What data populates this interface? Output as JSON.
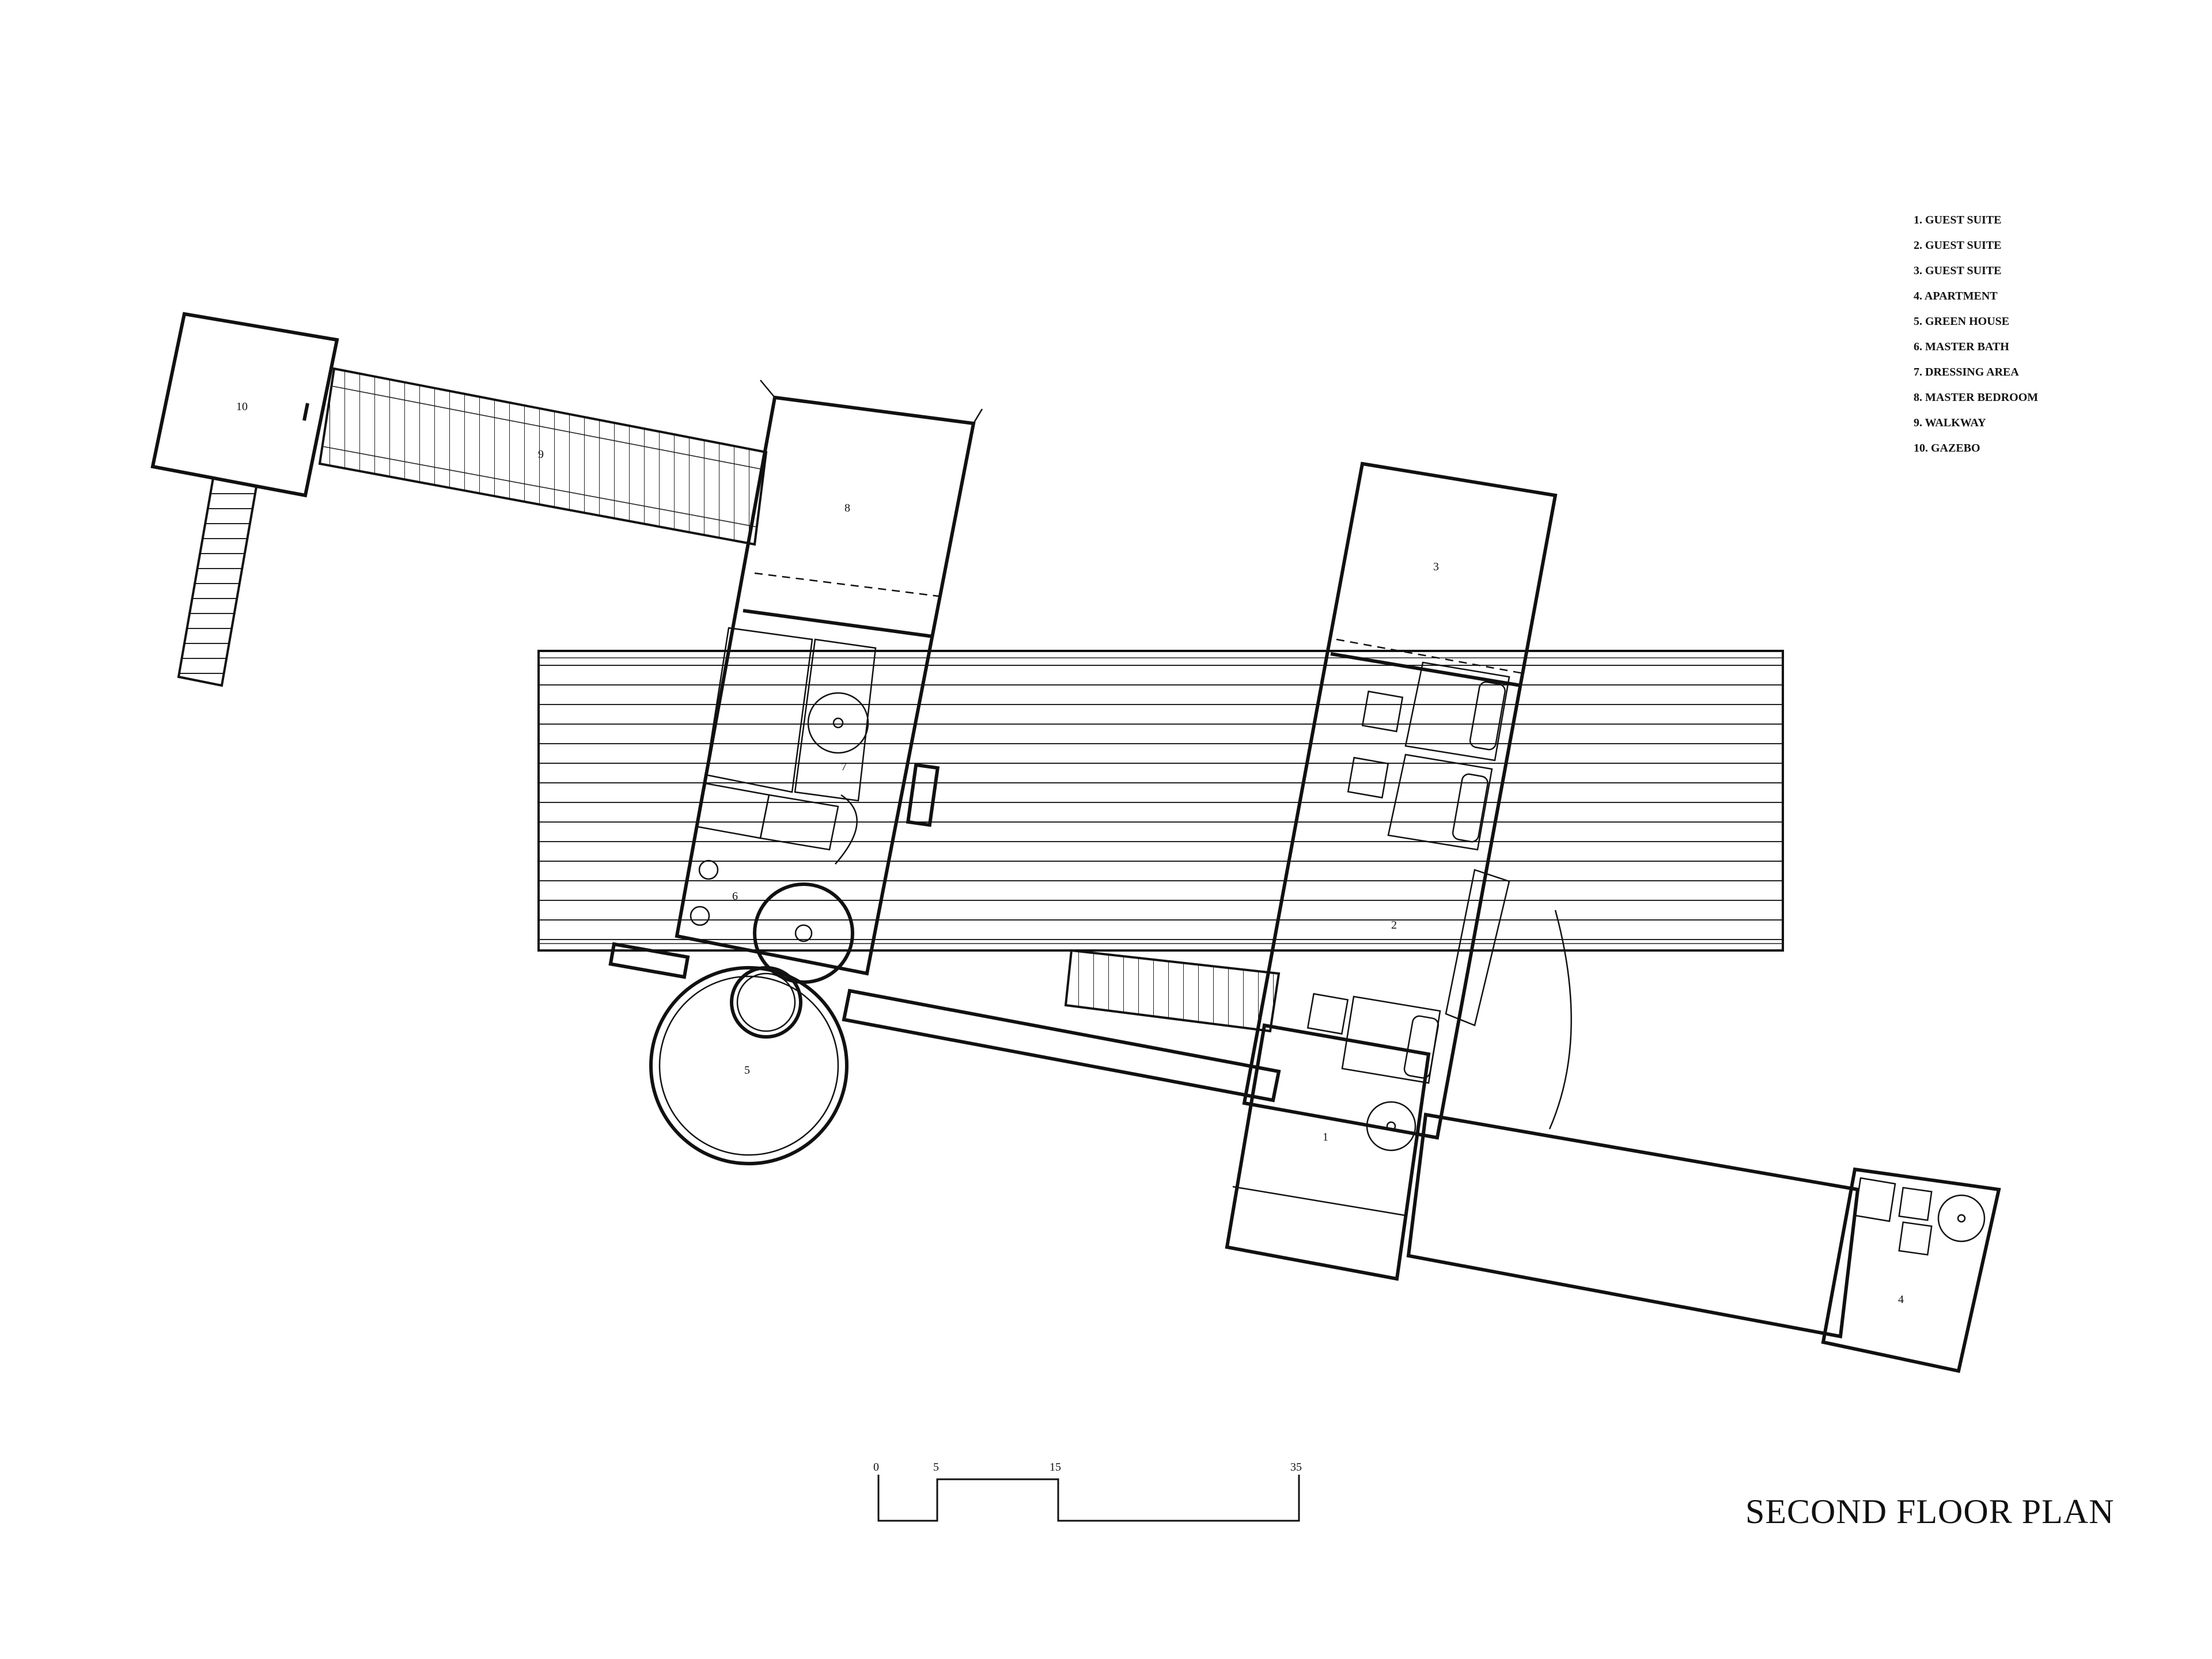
{
  "legend": [
    "1. GUEST SUITE",
    "2. GUEST SUITE",
    "3. GUEST SUITE",
    "4. APARTMENT",
    "5. GREEN HOUSE",
    "6. MASTER BATH",
    "7. DRESSING AREA",
    "8. MASTER BEDROOM",
    "9. WALKWAY",
    "10. GAZEBO"
  ],
  "rooms": {
    "r1": "1",
    "r2": "2",
    "r3": "3",
    "r4": "4",
    "r5": "5",
    "r6": "6",
    "r7": "7",
    "r8": "8",
    "r9": "9",
    "r10": "10"
  },
  "scale": {
    "s0": "0",
    "s5": "5",
    "s15": "15",
    "s35": "35"
  },
  "title": "SECOND FLOOR PLAN"
}
